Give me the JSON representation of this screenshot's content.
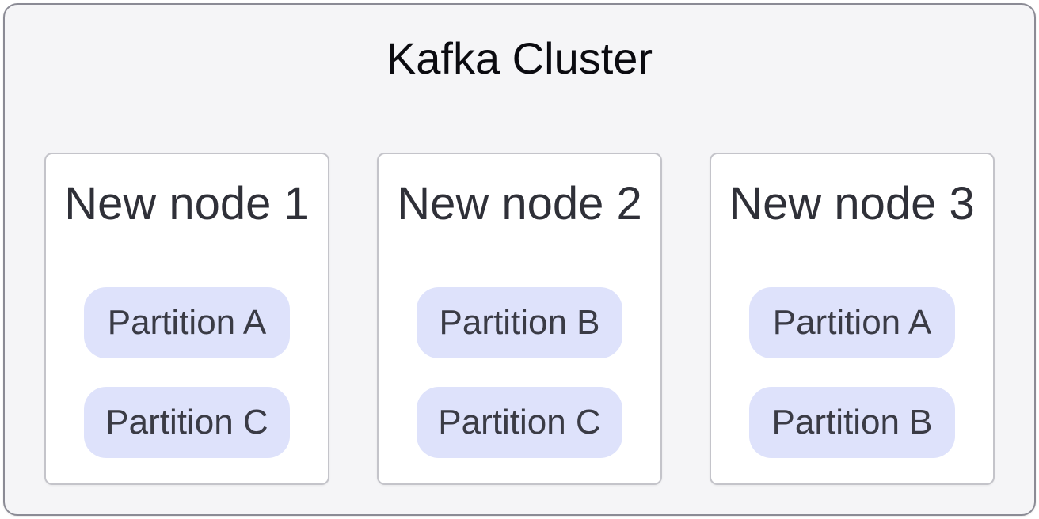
{
  "diagram": {
    "title": "Kafka Cluster",
    "nodes": [
      {
        "label": "New node 1",
        "partitions": [
          "Partition A",
          "Partition C"
        ]
      },
      {
        "label": "New node 2",
        "partitions": [
          "Partition B",
          "Partition C"
        ]
      },
      {
        "label": "New node 3",
        "partitions": [
          "Partition A",
          "Partition B"
        ]
      }
    ],
    "colors": {
      "frame_background": "#F5F5F7",
      "frame_border": "#8B8B95",
      "node_background": "#FFFFFF",
      "node_border": "#C4C4CA",
      "partition_background": "#DEE2FB",
      "title_text": "#0B0B10",
      "node_title_text": "#2F3038",
      "partition_text": "#3A3B45"
    }
  }
}
